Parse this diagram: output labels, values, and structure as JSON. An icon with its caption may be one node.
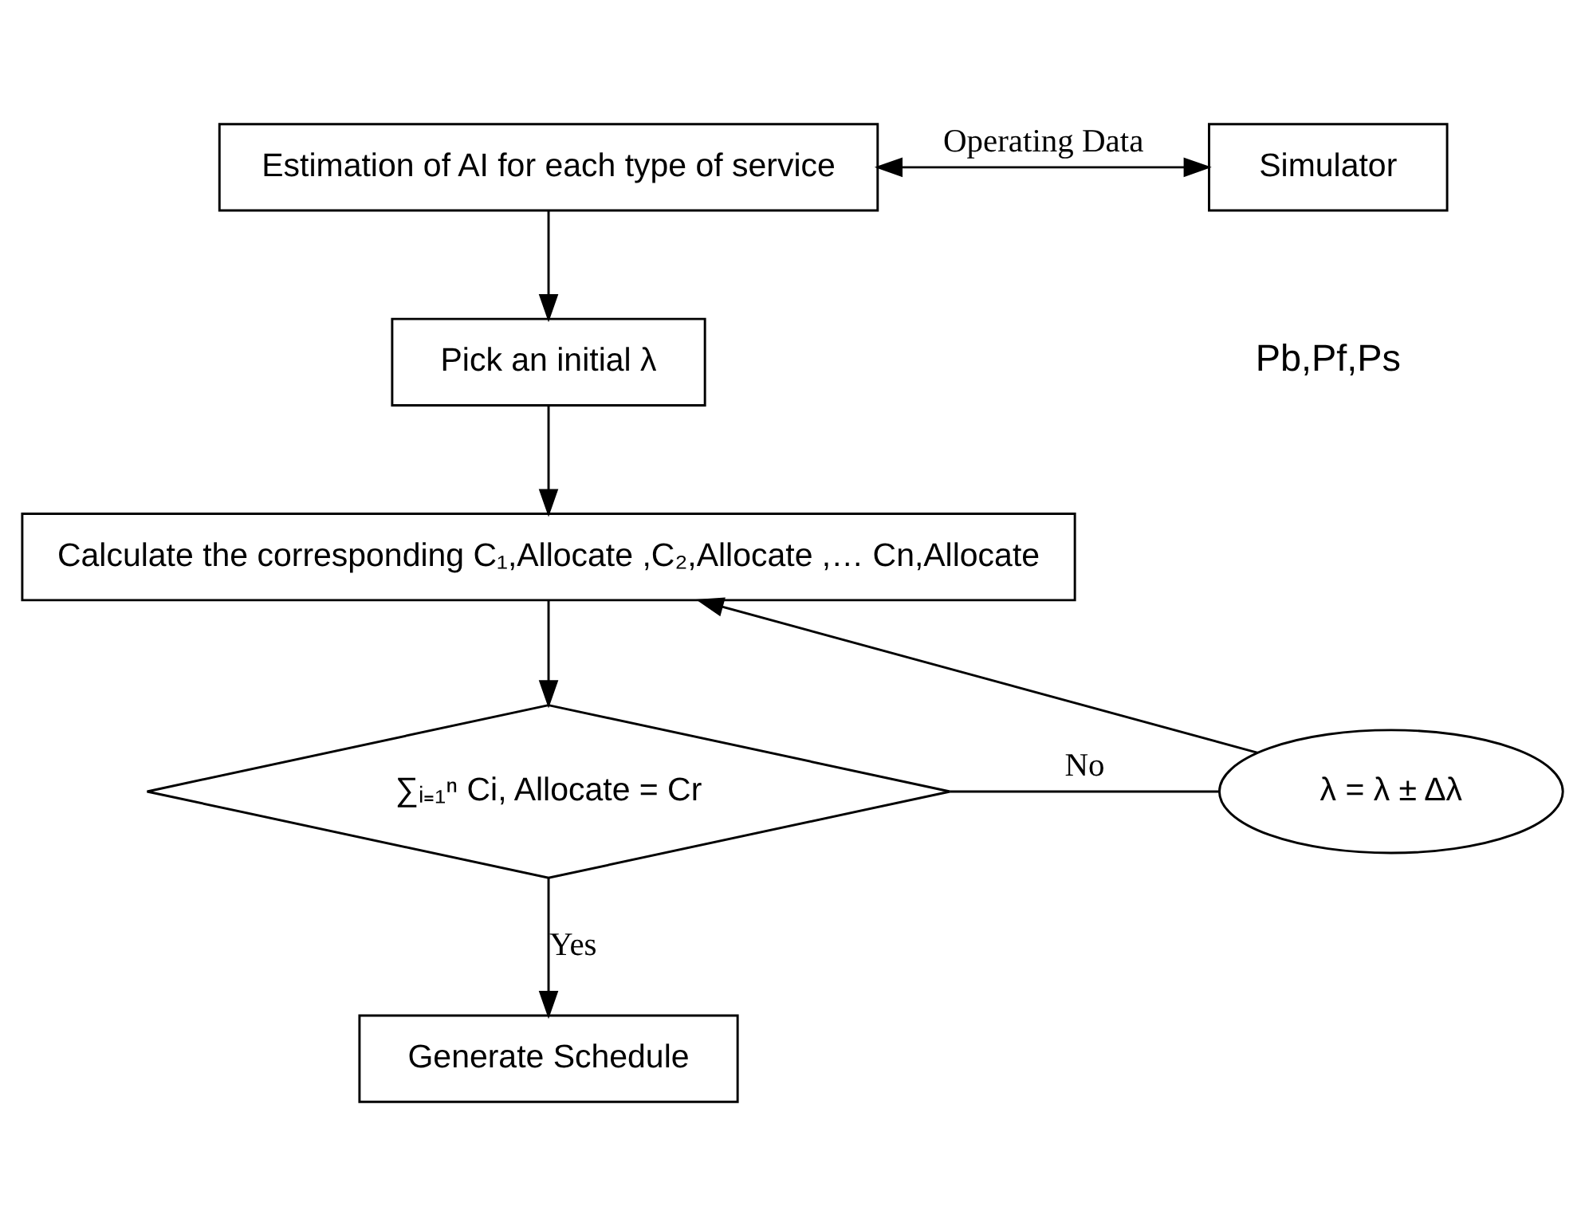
{
  "diagram": {
    "nodes": [
      {
        "text": [
          "Estimation of AI for each type of service"
        ]
      },
      {
        "text": [
          "Simulator"
        ]
      },
      {
        "text": [
          "Pick an initial λ"
        ]
      },
      {
        "text": [
          "Calculate the corresponding C₁,Allocate ,C₂,Allocate ,… Cn,Allocate"
        ]
      },
      {
        "text": [
          "∑ᵢ₌₁ⁿ Ci, Allocate = Cr"
        ]
      },
      {
        "text": [
          "λ = λ ± Δλ"
        ]
      },
      {
        "text": [
          "Generate Schedule"
        ]
      }
    ],
    "edges": [
      {
        "from": 0,
        "to": 1,
        "arrow": "both",
        "label": "Operating Data"
      },
      {
        "from": 0,
        "to": 2,
        "arrow": "to"
      },
      {
        "from": 2,
        "to": 3,
        "arrow": "to"
      },
      {
        "from": 3,
        "to": 4,
        "arrow": "to"
      },
      {
        "from": 4,
        "to": 5,
        "arrow": "none",
        "label": "No"
      },
      {
        "from": 5,
        "to": 3,
        "arrow": "to"
      },
      {
        "from": 4,
        "to": 6,
        "arrow": "to",
        "label": "Yes"
      }
    ],
    "labels": [
      "Pb,Pf,Ps"
    ]
  }
}
